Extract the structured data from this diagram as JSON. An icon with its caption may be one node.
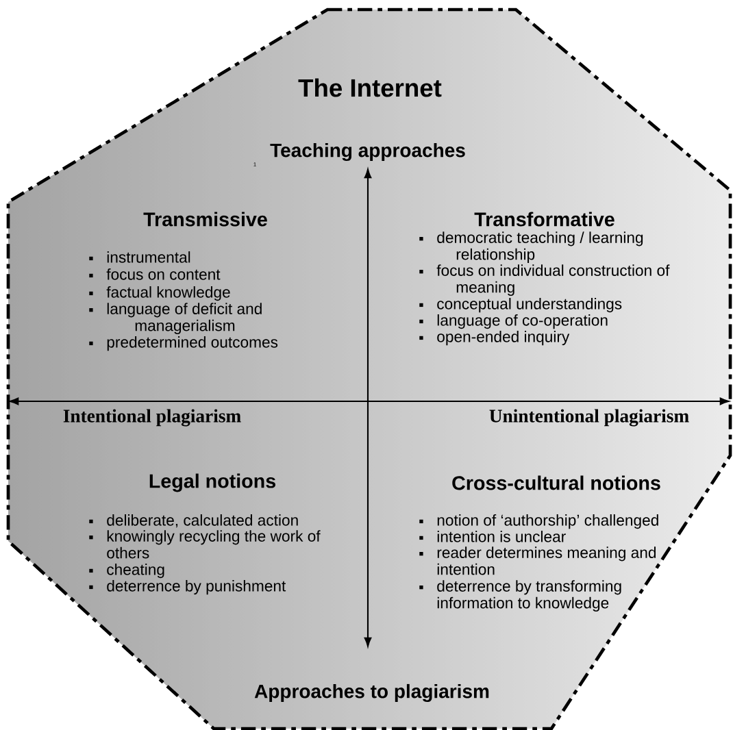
{
  "diagram": {
    "nodes": [
      {
        "text": [
          "The Internet"
        ]
      }
    ],
    "labels": [
      "Teaching approaches",
      "1",
      "Transmissive",
      "instrumental",
      "focus on content",
      "factual knowledge",
      "language of deficit and managerialism",
      "predetermined outcomes",
      "Transformative",
      "democratic teaching / learning relationship",
      "focus on individual construction of meaning",
      "conceptual understandings",
      "language of co-operation",
      "open-ended inquiry",
      "Intentional plagiarism",
      "Unintentional plagiarism",
      "Legal notions",
      "deliberate, calculated action",
      "knowingly recycling the work of others",
      "cheating",
      "deterrence by punishment",
      "Cross-cultural notions",
      "notion of ‘authorship’ challenged",
      "intention is unclear",
      "reader determines meaning and intention",
      "deterrence by transforming information to knowledge",
      "Approaches to plagiarism"
    ]
  }
}
